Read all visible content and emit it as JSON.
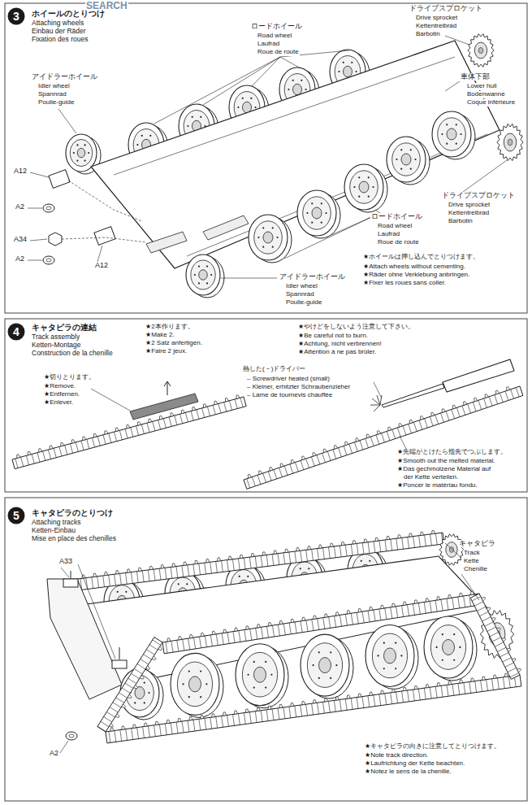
{
  "diagram": {
    "nodes": [
      {
        "text": [
          "3"
        ]
      },
      {
        "text": [
          "4"
        ]
      },
      {
        "text": [
          "5"
        ]
      }
    ],
    "labels": [
      "SEARCH",
      "ホイールのとりつけ",
      "Attaching wheels",
      "Einbau der Räder",
      "Fixation des roues",
      "ロードホイール",
      "Road wheel",
      "Laufrad",
      "Roue de route",
      "ドライブスプロケット",
      "Drive sprocket",
      "Kettentreibrad",
      "Barbotin",
      "車体下部",
      "Lower hull",
      "Bodenwanne",
      "Coque inférieure",
      "アイドラーホイール",
      "Idler wheel",
      "Spannrad",
      "Poulie-guide",
      "A12",
      "A2",
      "A34",
      "A2",
      "A12",
      "ドライブスプロケット",
      "Drive sprocket",
      "Kettentreibrad",
      "Barbotin",
      "ロードホイール",
      "Road wheel",
      "Laufrad",
      "Roue de route",
      "アイドラーホイール",
      "Idler wheel",
      "Spannrad",
      "Poulie-guide",
      "★ホイールは押し込んでとりつけます。",
      "★Attach wheels without cementing.",
      "★Räder ohne Verklebung anbringen.",
      "★Fixer les roues sans coller.",
      "キャタピラの連結",
      "Track assembly",
      "Ketten-Montage",
      "Construction de la chenille",
      "★2本作ります。",
      "★Make 2.",
      "★2 Satz anfertigen.",
      "★Faire 2 jeux.",
      "★やけどをしないよう注意して下さい。",
      "★Be careful not to burn.",
      "★Achtung, nicht verbrennen!",
      "★Attention à ne pas brûler.",
      "熱した(－)ドライバー",
      "– Screwdriver heated (small)",
      "– Kleiner, erhitzter Schraubenzieher",
      "– Lame de tournevis chauffée",
      "★切りとります。",
      "★Remove.",
      "★Entfernen.",
      "★Enlever.",
      "★先端がとけたら指先でつぶします。",
      "★Smooth out the melted material.",
      "★Das gechmolzene Material auf",
      "der Kette verteilen.",
      "★Poncer le matériau fondu.",
      "キャタピラのとりつけ",
      "Attaching tracks",
      "Ketten-Einbau",
      "Mise en place des chenilles",
      "A33",
      "キャタピラ",
      "Track",
      "Kette",
      "Chenille",
      "A2",
      "★キャタピラの向きに注意してとりつけます。",
      "★Note track direction.",
      "★Laufrichtung der Kette beachten.",
      "★Notez le sens de la chenille."
    ]
  }
}
